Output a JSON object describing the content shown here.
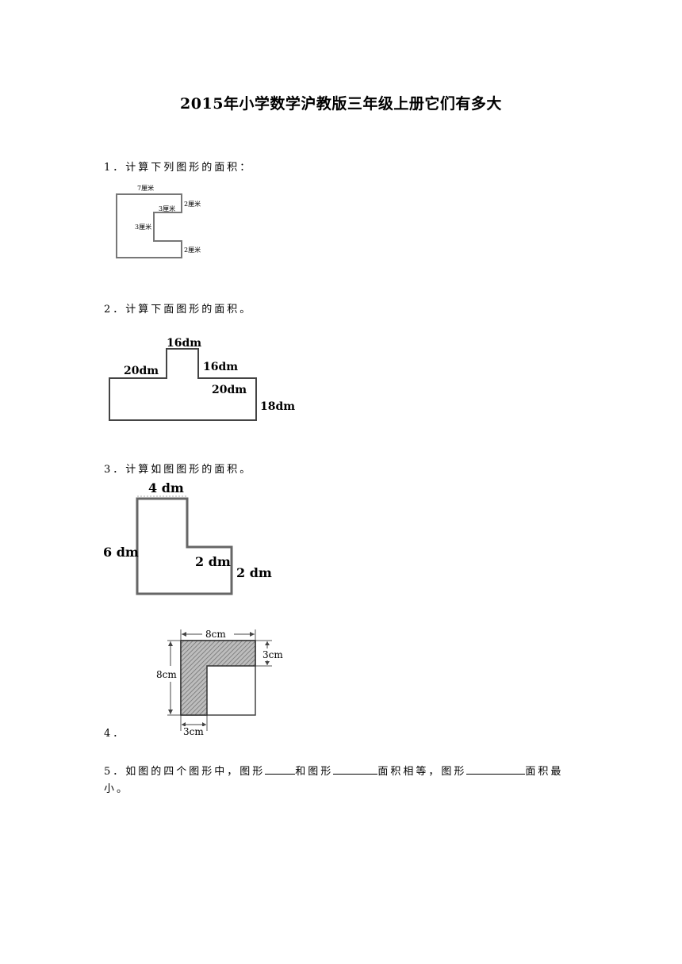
{
  "title": "2015年小学数学沪教版三年级上册它们有多大",
  "questions": [
    {
      "number": "1．",
      "text": "计算下列图形的面积："
    },
    {
      "number": "2．",
      "text": "计算下面图形的面积。"
    },
    {
      "number": "3．",
      "text": "计算如图图形的面积。"
    },
    {
      "number": "4．",
      "text": ""
    },
    {
      "number": "5．",
      "text_parts": [
        "如图的四个图形中，图形",
        "和图形",
        "面积相等，图形",
        "面积最小。"
      ]
    }
  ],
  "figure1": {
    "labels": [
      "7厘米",
      "2厘米",
      "3厘米",
      "3厘米",
      "2厘米"
    ]
  },
  "figure2": {
    "labels": [
      "16dm",
      "20dm",
      "16dm",
      "20dm",
      "18dm"
    ]
  },
  "figure3": {
    "labels": [
      "4 dm",
      "6 dm",
      "2 dm",
      "2 dm"
    ]
  },
  "figure4": {
    "labels": [
      "8cm",
      "8cm",
      "3cm",
      "3cm"
    ]
  }
}
